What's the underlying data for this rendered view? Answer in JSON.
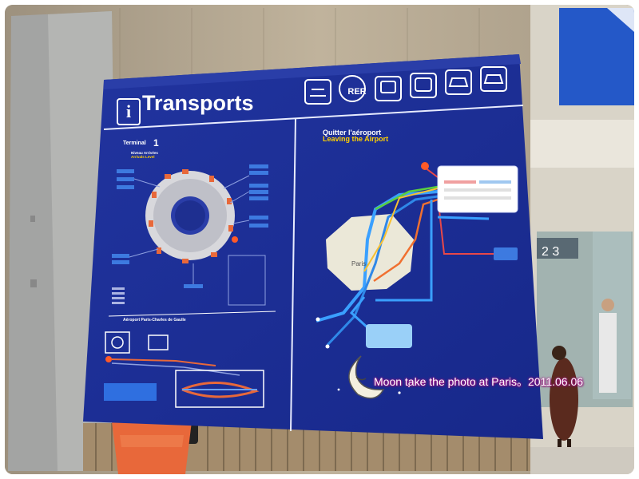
{
  "sign": {
    "title": "Transports",
    "info_symbol": "i",
    "leaving_fr": "Quitter l'aéroport",
    "leaving_en": "Leaving the Airport",
    "terminal_label": "Terminal",
    "terminal_number": "1",
    "arrivals_fr": "Niveau Arrivées",
    "arrivals_en": "Arrivals Level",
    "airport_label": "Aéroport Paris-Charles de Gaulle",
    "map_city": "Paris",
    "mode_icons": [
      "train-icon",
      "rer-icon",
      "tram-icon",
      "bus-icon",
      "taxi-icon",
      "car-icon"
    ],
    "rer_label": "RER"
  },
  "watermark": "Moon take the photo at Paris。2011.06.06",
  "colors": {
    "sign_blue": "#1b2f9a",
    "wall": "#b7a992",
    "bin": "#e8683a",
    "watermark_glow": "#b01890",
    "subtitle_yellow": "#ffd000"
  }
}
